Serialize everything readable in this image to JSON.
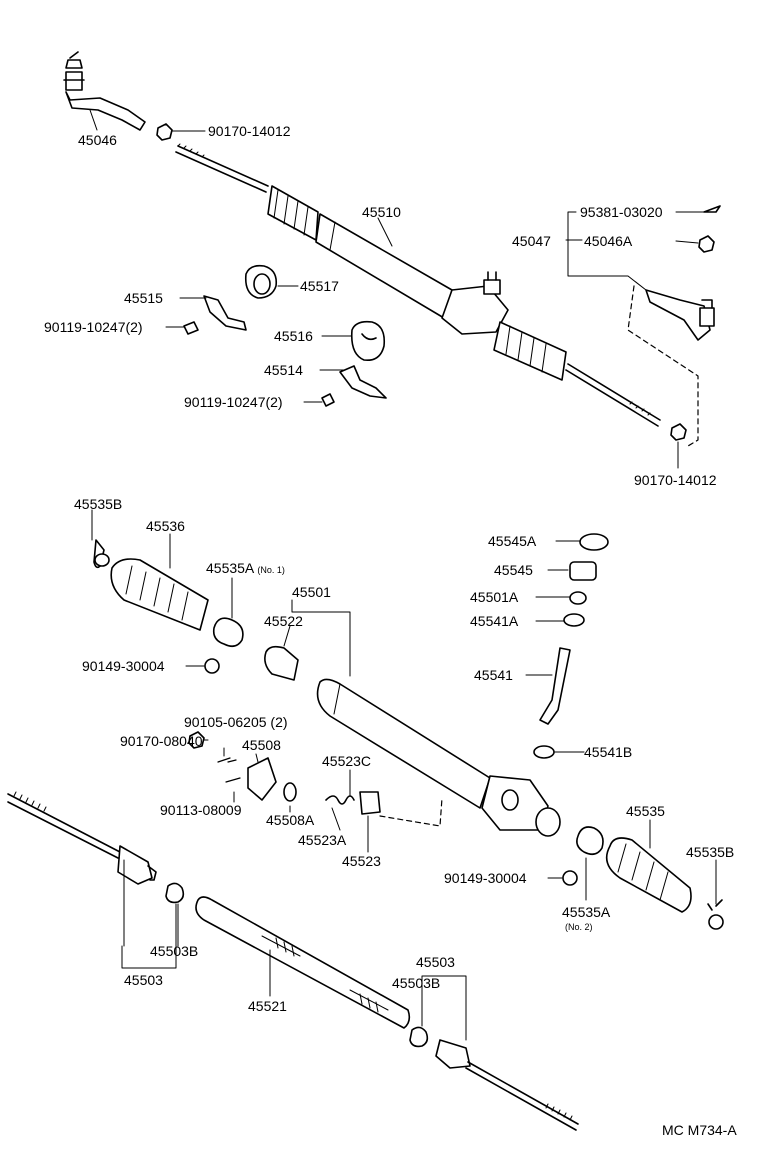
{
  "diagram": {
    "code": "MC M734-A",
    "labels": {
      "p45046": "45046",
      "p90170_14012_top": "90170-14012",
      "p45510": "45510",
      "p95381": "95381-03020",
      "p45047": "45047",
      "p45046A": "45046A",
      "p45515": "45515",
      "p45517": "45517",
      "p90119_a": "90119-10247(2)",
      "p45516": "45516",
      "p45514": "45514",
      "p90119_b": "90119-10247(2)",
      "p90170_14012_bot": "90170-14012",
      "p45535B_l": "45535B",
      "p45536": "45536",
      "p45535A": "45535A",
      "p45535A_note": "(No. 1)",
      "p45501": "45501",
      "p45522": "45522",
      "p90149_l": "90149-30004",
      "p45545A": "45545A",
      "p45545": "45545",
      "p45501A": "45501A",
      "p45541A": "45541A",
      "p45541": "45541",
      "p90105": "90105-06205 (2)",
      "p90170_08040": "90170-08040",
      "p45508": "45508",
      "p45523C": "45523C",
      "p45541B": "45541B",
      "p90113": "90113-08009",
      "p45508A": "45508A",
      "p45523A": "45523A",
      "p45523": "45523",
      "p45535": "45535",
      "p45535B_r": "45535B",
      "p90149_r": "90149-30004",
      "p45535A2": "45535A",
      "p45535A2_note": "(No. 2)",
      "p45503B_l": "45503B",
      "p45503_l": "45503",
      "p45503_r": "45503",
      "p45503B_r": "45503B",
      "p45521": "45521"
    }
  }
}
